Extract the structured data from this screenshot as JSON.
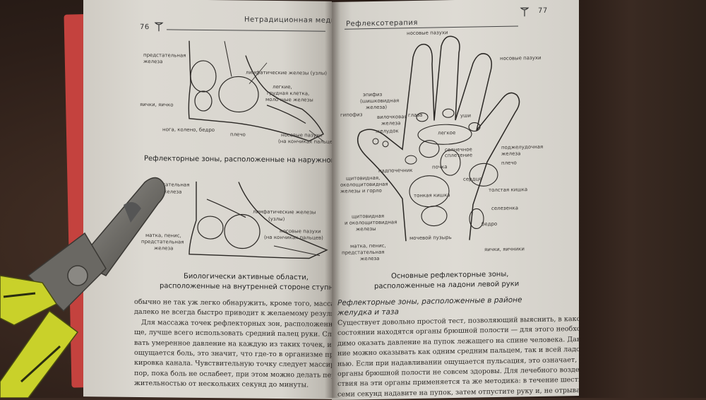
{
  "left_page": {
    "page_number": "76",
    "running_head": "Нетрадиционная медицина",
    "diagram1_labels": {
      "l1": "предстательная",
      "l2": "железа",
      "l3": "лимфатические железы (узлы)",
      "l4": "легкие,",
      "l5": "грудная клетка,",
      "l6": "молочные железы",
      "l7": "яички, яичко",
      "l8": "нога, колено, бедро",
      "l9": "плечо",
      "l10": "носовые пазухи",
      "l11": "(на кончиках пальцев)"
    },
    "caption1": "Рефлекторные зоны, расположенные на наружной стороне ступни",
    "diagram2_labels": {
      "l1": "тательная",
      "l2": "железа",
      "l3": "лимфатические железы",
      "l4": "(узлы)",
      "l5": "матка, пенис,",
      "l6": "предстательная",
      "l7": "железа",
      "l8": "носовые пазухи",
      "l9": "(на кончиках пальцев)"
    },
    "caption2_line1": "Биологически активные области,",
    "caption2_line2": "расположенные на внутренней стороне ступни",
    "body_lines": [
      "обычно не так уж легко обнаружить, кроме того, массаж этих областей",
      "далеко не всегда быстро приводит к желаемому результату.",
      "Для массажа точек рефлекторных зон, расположенных на тулови-",
      "ще, лучше всего использовать средний палец руки. Следует оказы-",
      "вать умеренное давление на каждую из таких точек, и если при этом",
      "ощущается боль, это значит, что где-то в организме произошла бло-",
      "кировка канала. Чувствительную точку следует массировать до тех",
      "пор, пока боль не ослабеет, при этом можно делать перерывы продол-",
      "жительностью от нескольких секунд до минуты."
    ]
  },
  "right_page": {
    "page_number": "77",
    "running_head": "Рефлексотерапия",
    "hand_labels": {
      "nose_top": "носовые пазухи",
      "nose_right": "носовые пазухи",
      "epiphysis1": "эпифиз",
      "epiphysis2": "(шишковидная",
      "epiphysis3": "железа)",
      "hypophysis": "гипофиз",
      "thymus1": "вилочковая",
      "thymus2": "железа",
      "eyes": "глаза",
      "ears": "уши",
      "stomach": "желудок",
      "lungs": "легкое",
      "solar1": "солнечное",
      "solar2": "сплетение",
      "pancreas1": "поджелудочная",
      "pancreas2": "железа",
      "adrenal": "надпочечник",
      "kidney": "почка",
      "shoulder": "плечо",
      "thyroid1": "щитовидная,",
      "thyroid2": "околощитовидная",
      "thyroid3": "железы и горло",
      "heart": "сердце",
      "small_intestine": "тонкая кишка",
      "large_intestine": "толстая кишка",
      "thyroid_b1": "щитовидная",
      "thyroid_b2": "и околощитовидная",
      "thyroid_b3": "железы",
      "spleen": "селезенка",
      "hip": "бедро",
      "bladder": "мочевой пузырь",
      "uterus1": "матка, пенис,",
      "uterus2": "предстательная",
      "uterus3": "железа",
      "testes": "яички, яичники"
    },
    "caption_line1": "Основные рефлекторные зоны,",
    "caption_line2": "расположенные на ладони левой руки",
    "section_title_line1": "Рефлекторные зоны, расположенные в районе",
    "section_title_line2": "желудка и таза",
    "body_lines": [
      "Существует довольно простой тест, позволяющий выяснить, в каком",
      "состоянии находятся органы брюшной полости — для этого необхо-",
      "димо оказать давление на пупок лежащего на спине человека. Давле-",
      "ние можно оказывать как одним средним пальцем, так и всей ладо-",
      "нью. Если при надавливании ощущается пульсация, это означает, что",
      "органы брюшной полости не совсем здоровы. Для лечебного воздей-",
      "ствия на эти органы применяется та же методика: в течение шести-",
      "семи секунд надавите на пупок, затем отпустите руку и, не отрывая"
    ]
  },
  "colors": {
    "paper": "#dcd9d2",
    "ink": "#2a2724",
    "cover": "#c4423e",
    "pliers_handle": "#c9d12a"
  },
  "icons": [
    "bowl-of-hygieia-icon"
  ]
}
